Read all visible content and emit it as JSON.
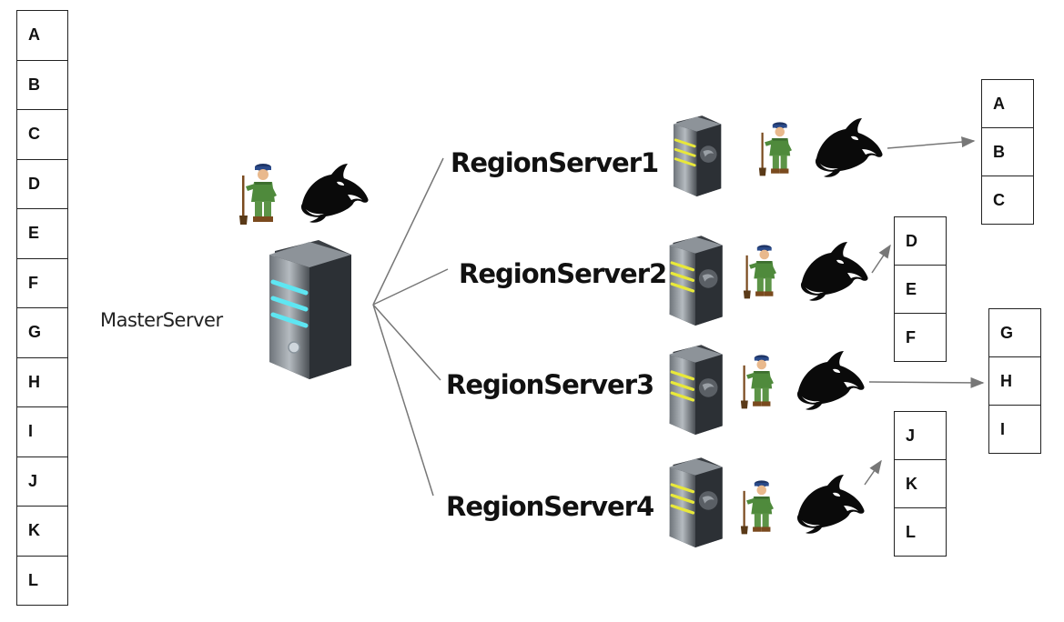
{
  "master": {
    "label": "MasterServer",
    "table_rows": [
      "A",
      "B",
      "C",
      "D",
      "E",
      "F",
      "G",
      "H",
      "I",
      "J",
      "K",
      "L"
    ]
  },
  "region_servers": [
    {
      "label": "RegionServer1",
      "rows": [
        "A",
        "B",
        "C"
      ]
    },
    {
      "label": "RegionServer2",
      "rows": [
        "D",
        "E",
        "F"
      ]
    },
    {
      "label": "RegionServer3",
      "rows": [
        "G",
        "H",
        "I"
      ]
    },
    {
      "label": "RegionServer4",
      "rows": [
        "J",
        "K",
        "L"
      ]
    }
  ],
  "icons": {
    "server": "server-icon",
    "zookeeper": "zookeeper-keeper-icon",
    "hbase": "orca-whale-icon"
  },
  "colors": {
    "master_server_light": "#5ee6f2",
    "region_server_light": "#e8e83a",
    "line": "#777777"
  }
}
